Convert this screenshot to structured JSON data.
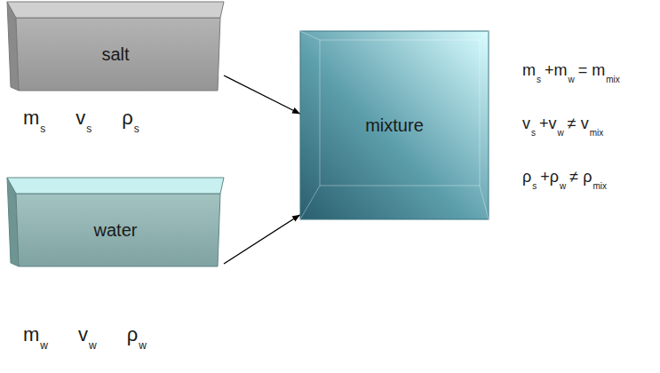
{
  "diagram": {
    "nodes": [
      {
        "text": [
          "salt"
        ]
      },
      {
        "text": [
          "water"
        ]
      },
      {
        "text": [
          "mixture"
        ]
      }
    ],
    "edges": [
      {
        "from": 0,
        "to": 2,
        "arrow": "to"
      },
      {
        "from": 1,
        "to": 2,
        "arrow": "to"
      }
    ],
    "labels": [
      "m",
      "s",
      "v",
      "s",
      "ρ",
      "s",
      "m",
      "w",
      "v",
      "w",
      "ρ",
      "w",
      "m",
      "s",
      "+m",
      "w",
      "= m",
      "mix",
      "v",
      "s",
      "+v",
      "w",
      "≠ v",
      "mix",
      "ρ",
      "s",
      "+ρ",
      "w",
      "≠ ρ",
      "mix"
    ]
  }
}
